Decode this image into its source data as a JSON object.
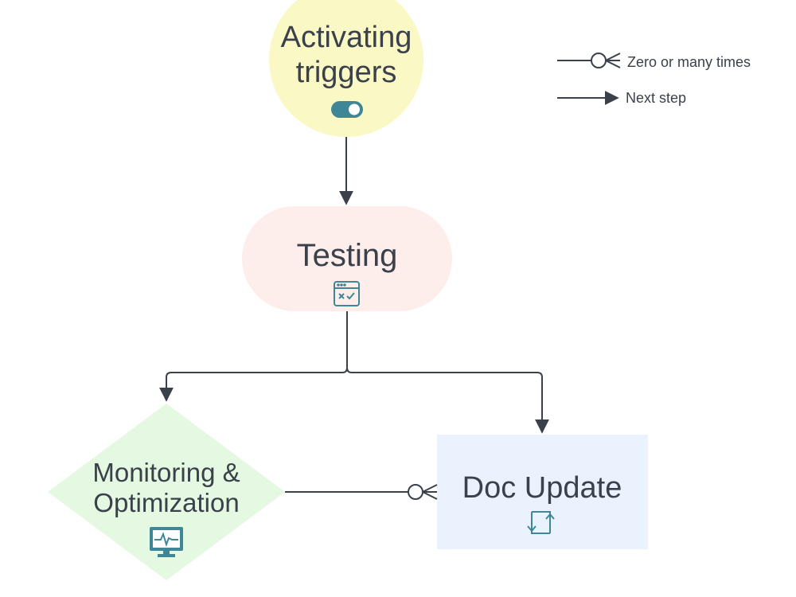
{
  "legend": {
    "zero_or_many_label": "Zero or many times",
    "next_step_label": "Next step"
  },
  "nodes": {
    "activating_triggers": {
      "line1": "Activating",
      "line2": "triggers",
      "icon": "toggle-switch-icon",
      "fill": "#faf8c4"
    },
    "testing": {
      "label": "Testing",
      "icon": "browser-test-icon",
      "fill": "#fdeeec"
    },
    "monitoring": {
      "line1": "Monitoring &",
      "line2": "Optimization",
      "icon": "monitor-pulse-icon",
      "fill": "#e4f8e2"
    },
    "doc_update": {
      "label": "Doc Update",
      "icon": "refresh-arrows-icon",
      "fill": "#eaf3fd"
    }
  },
  "colors": {
    "line": "#3a414a",
    "icon_teal": "#3f8796",
    "text": "#3a414a"
  }
}
